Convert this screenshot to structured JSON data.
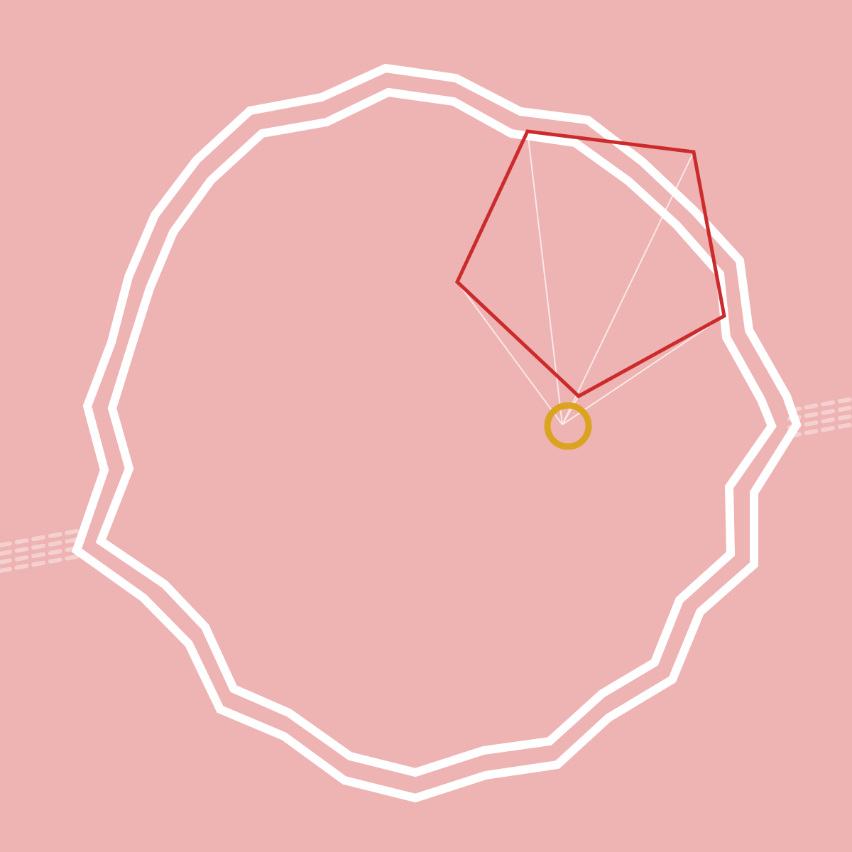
{
  "colors": {
    "background": "#EEB3B3",
    "track": "#FFFFFF",
    "player": "#CC2B2B",
    "target": "#DBA420",
    "guide": "#FFFFFF",
    "exit_marks": "#F7D6D6"
  },
  "shapes": {
    "track": "closed-loop-track",
    "player": "pentagon",
    "target": "ring"
  },
  "icons": {
    "target": "ring-icon",
    "player": "pentagon-icon"
  }
}
